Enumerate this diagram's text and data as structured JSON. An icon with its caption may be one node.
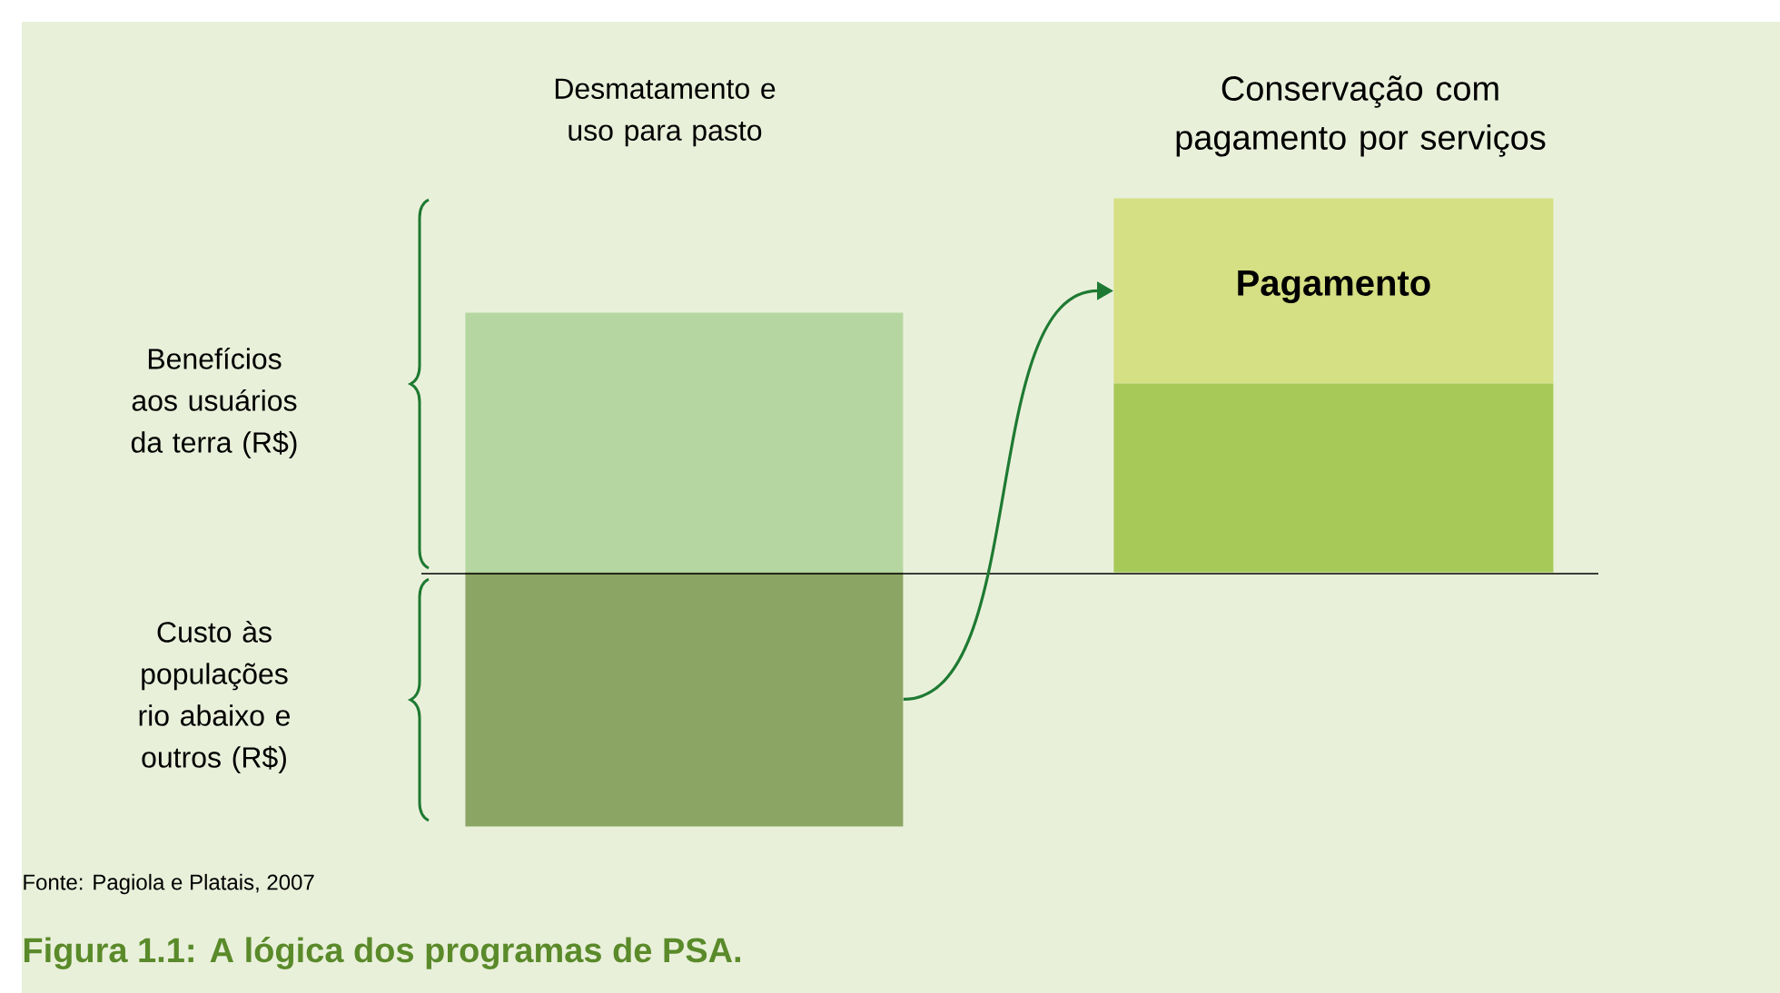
{
  "diagram": {
    "caption": "Figura 1.1: A lógica dos programas de PSA.",
    "nodes": [
      {
        "text": [],
        "shape": "box"
      },
      {
        "text": [],
        "shape": "box"
      },
      {
        "text": [
          "Pagamento"
        ]
      },
      {
        "text": [],
        "shape": "box"
      }
    ],
    "edges": [
      {
        "from": 1,
        "to": 2,
        "arrow": "to"
      }
    ],
    "labels": [
      "Desmatamento e uso para pasto",
      "Conservação com pagamento por serviços",
      "Benefícios aos usuários da terra (R$)",
      "Custo às populações rio abaixo e outros (R$)",
      "Fonte: Pagiola e Platais, 2007"
    ]
  }
}
